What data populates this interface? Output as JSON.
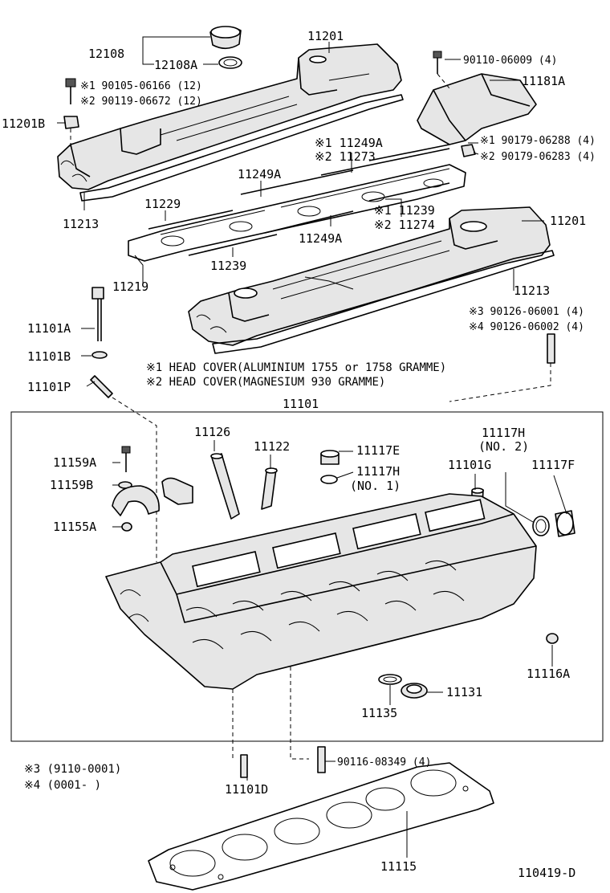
{
  "labels": {
    "p12108": "12108",
    "p12108A": "12108A",
    "p11201_top": "11201",
    "p11201_right": "11201",
    "p90110": "90110-06009 (4)",
    "p11181A": "11181A",
    "p90105": "※1 90105-06166 (12)",
    "p90119": "※2 90119-06672 (12)",
    "p11201B": "11201B",
    "p90179a": "※1 90179-06288 (4)",
    "p90179b": "※2 90179-06283 (4)",
    "p11249A_s1": "※1 11249A",
    "p11273_s2": "※2 11273",
    "p11249A_mid": "11249A",
    "p11249A_low": "11249A",
    "p11229": "11229",
    "p11239_s1": "※1 11239",
    "p11274_s2": "※2 11274",
    "p11213_left": "11213",
    "p11213_right": "11213",
    "p11239_low": "11239",
    "p11219": "11219",
    "p90126a": "※3 90126-06001 (4)",
    "p90126b": "※4 90126-06002 (4)",
    "p11101A": "11101A",
    "p11101B": "11101B",
    "p11101P": "11101P",
    "p11101": "11101",
    "p11126": "11126",
    "p11122": "11122",
    "p11117E": "11117E",
    "p11117H_no1": "11117H",
    "p11117H_no1_sub": "(NO. 1)",
    "p11117H_no2": "11117H",
    "p11117H_no2_sub": "(NO. 2)",
    "p11101G": "11101G",
    "p11117F": "11117F",
    "p11159A": "11159A",
    "p11159B": "11159B",
    "p11155A": "11155A",
    "p11116A": "11116A",
    "p11131": "11131",
    "p11135": "11135",
    "p90116": "90116-08349 (4)",
    "p11101D": "11101D",
    "p11115": "11115",
    "figure_id": "110419-D"
  },
  "notes": {
    "head_cover_1": "※1 HEAD COVER(ALUMINIUM 1755 or 1758 GRAMME)",
    "head_cover_2": "※2 HEAD COVER(MAGNESIUM 930 GRAMME)",
    "serial_3": "※3 (9110-0001)",
    "serial_4": "※4 (0001-       )"
  }
}
